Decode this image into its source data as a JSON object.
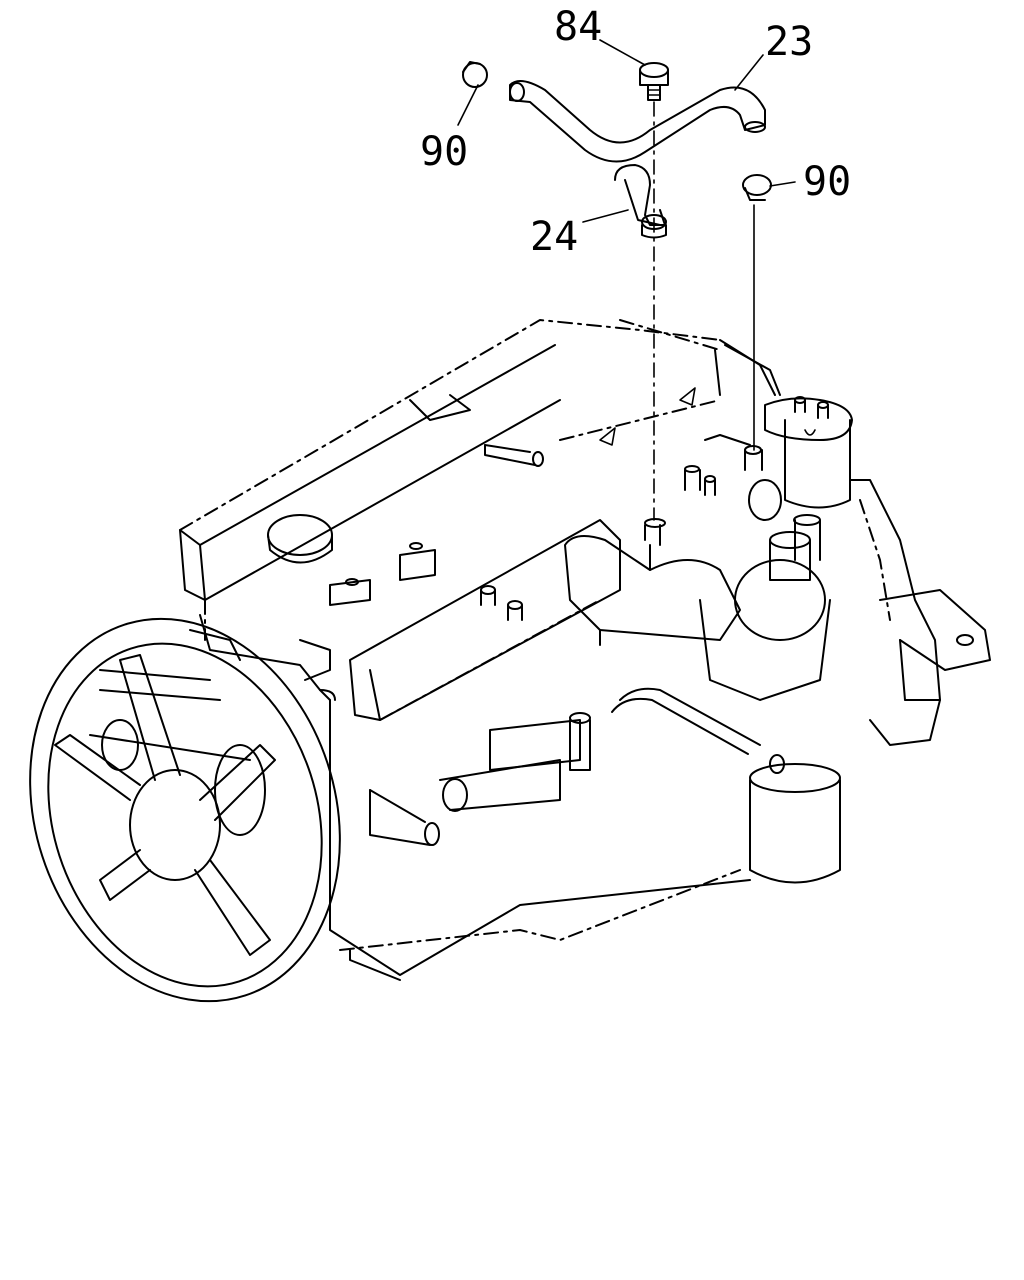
{
  "callouts": {
    "c84": "84",
    "c23": "23",
    "c90_left": "90",
    "c90_right": "90",
    "c24": "24"
  },
  "colors": {
    "line": "#000000",
    "background": "#ffffff"
  }
}
